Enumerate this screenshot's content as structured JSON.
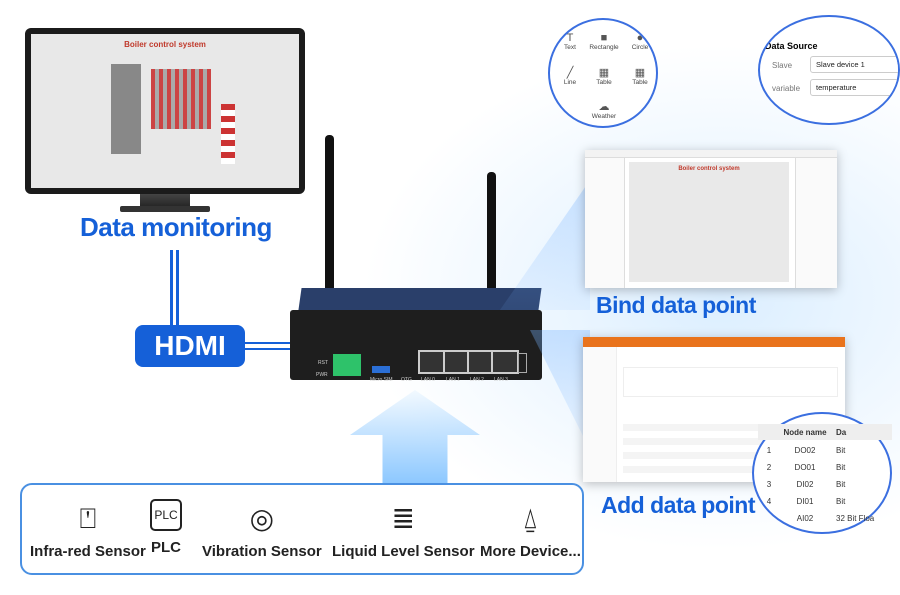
{
  "monitor": {
    "screen_title": "Boiler control system"
  },
  "labels": {
    "data_monitoring": "Data monitoring",
    "hdmi": "HDMI",
    "bind_data_point": "Bind data point",
    "add_data_point": "Add data point"
  },
  "router": {
    "ports": [
      "LAN 0",
      "LAN 1",
      "LAN 2",
      "LAN 3"
    ],
    "other": [
      "RST",
      "PWR",
      "Micro SIM",
      "OTG"
    ]
  },
  "toolbox": [
    {
      "label": "Text",
      "icon": "T"
    },
    {
      "label": "Rectangle",
      "icon": "■"
    },
    {
      "label": "Circle",
      "icon": "●"
    },
    {
      "label": "Line",
      "icon": "╱"
    },
    {
      "label": "Table",
      "icon": "▦"
    },
    {
      "label": "Table",
      "icon": "▦"
    },
    {
      "label": "Weather",
      "icon": "☁"
    }
  ],
  "data_source": {
    "title": "Data Source",
    "slave_label": "Slave",
    "slave_value": "Slave device 1",
    "variable_label": "variable",
    "variable_value": "temperature"
  },
  "node_table": {
    "header": [
      "",
      "Node name",
      "Da"
    ],
    "rows": [
      [
        "1",
        "DO02",
        "Bit"
      ],
      [
        "2",
        "DO01",
        "Bit"
      ],
      [
        "3",
        "DI02",
        "Bit"
      ],
      [
        "4",
        "DI01",
        "Bit"
      ],
      [
        "",
        "AI02",
        "32 Bit Floa"
      ]
    ]
  },
  "bind_screen": {
    "title": "Boiler control system"
  },
  "sensors": [
    {
      "label": "Infra-red Sensor",
      "icon": "sensor-icon"
    },
    {
      "label": "PLC",
      "icon": "plc-icon"
    },
    {
      "label": "Vibration Sensor",
      "icon": "vibration-icon"
    },
    {
      "label": "Liquid Level Sensor",
      "icon": "liquid-level-icon"
    },
    {
      "label": "More Device...",
      "icon": "alarm-light-icon"
    }
  ],
  "colors": {
    "accent": "#1560d8",
    "orange": "#e9731c"
  }
}
